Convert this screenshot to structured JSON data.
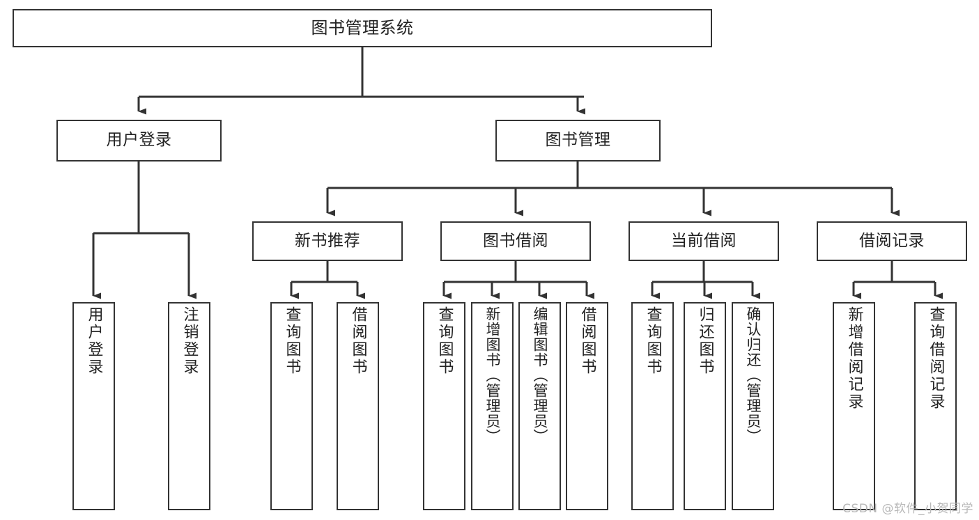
{
  "diagram": {
    "type": "tree-hierarchy-chart",
    "title": "图书管理系统",
    "colors": {
      "box_border": "#333333",
      "box_fill": "#ffffff",
      "connector": "#333333",
      "text": "#222222",
      "watermark": "#b8b8b8",
      "background": "#ffffff"
    },
    "watermark": "CSDN @软件_小贺同学",
    "levels": {
      "level1": [
        {
          "id": "root",
          "label": "图书管理系统"
        }
      ],
      "level2": [
        {
          "id": "user-login",
          "label": "用户登录"
        },
        {
          "id": "book-management",
          "label": "图书管理"
        }
      ],
      "level3": [
        {
          "id": "new-book-recommend",
          "label": "新书推荐"
        },
        {
          "id": "book-borrow",
          "label": "图书借阅"
        },
        {
          "id": "current-borrow",
          "label": "当前借阅"
        },
        {
          "id": "borrow-record",
          "label": "借阅记录"
        }
      ],
      "level4": [
        {
          "id": "leaf-user-login",
          "label": "用户登录",
          "parent": "user-login"
        },
        {
          "id": "leaf-logout-login",
          "label": "注销登录",
          "parent": "user-login"
        },
        {
          "id": "leaf-query-book-1",
          "label": "查询图书",
          "parent": "new-book-recommend"
        },
        {
          "id": "leaf-borrow-book-1",
          "label": "借阅图书",
          "parent": "new-book-recommend"
        },
        {
          "id": "leaf-query-book-2",
          "label": "查询图书",
          "parent": "book-borrow"
        },
        {
          "id": "leaf-add-book",
          "label": "新增图书（管理员）",
          "parent": "book-borrow"
        },
        {
          "id": "leaf-edit-book",
          "label": "编辑图书（管理员）",
          "parent": "book-borrow"
        },
        {
          "id": "leaf-borrow-book-2",
          "label": "借阅图书",
          "parent": "book-borrow"
        },
        {
          "id": "leaf-query-book-3",
          "label": "查询图书",
          "parent": "current-borrow"
        },
        {
          "id": "leaf-return-book",
          "label": "归还图书",
          "parent": "current-borrow"
        },
        {
          "id": "leaf-confirm-return",
          "label": "确认归还（管理员）",
          "parent": "current-borrow"
        },
        {
          "id": "leaf-add-record",
          "label": "新增借阅记录",
          "parent": "borrow-record"
        },
        {
          "id": "leaf-query-record",
          "label": "查询借阅记录",
          "parent": "borrow-record"
        }
      ]
    }
  }
}
